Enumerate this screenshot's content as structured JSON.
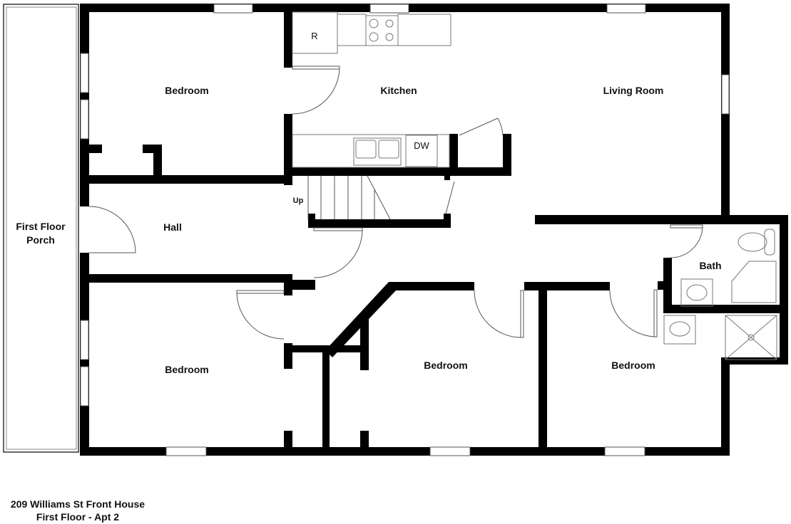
{
  "rooms": {
    "porch": [
      "First Floor",
      "Porch"
    ],
    "bedroom_top_left": "Bedroom",
    "kitchen": "Kitchen",
    "living_room": "Living Room",
    "hall": "Hall",
    "bath": "Bath",
    "bedroom_bottom_left": "Bedroom",
    "bedroom_middle": "Bedroom",
    "bedroom_right": "Bedroom"
  },
  "fixtures": {
    "refrigerator": "R",
    "dishwasher": "DW",
    "stairs": "Up"
  },
  "caption": {
    "line1": "209 Williams St Front House",
    "line2": "First Floor - Apt 2"
  }
}
